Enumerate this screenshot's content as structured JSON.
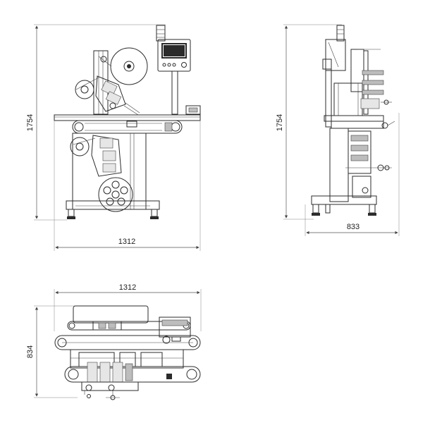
{
  "views": {
    "front": {
      "height_label": "1754",
      "width_label": "1312"
    },
    "side": {
      "height_label": "1754",
      "width_label": "833"
    },
    "top": {
      "depth_label": "834",
      "width_label": "1312"
    }
  },
  "colors": {
    "line": "#2b2b2b",
    "background": "#ffffff"
  }
}
